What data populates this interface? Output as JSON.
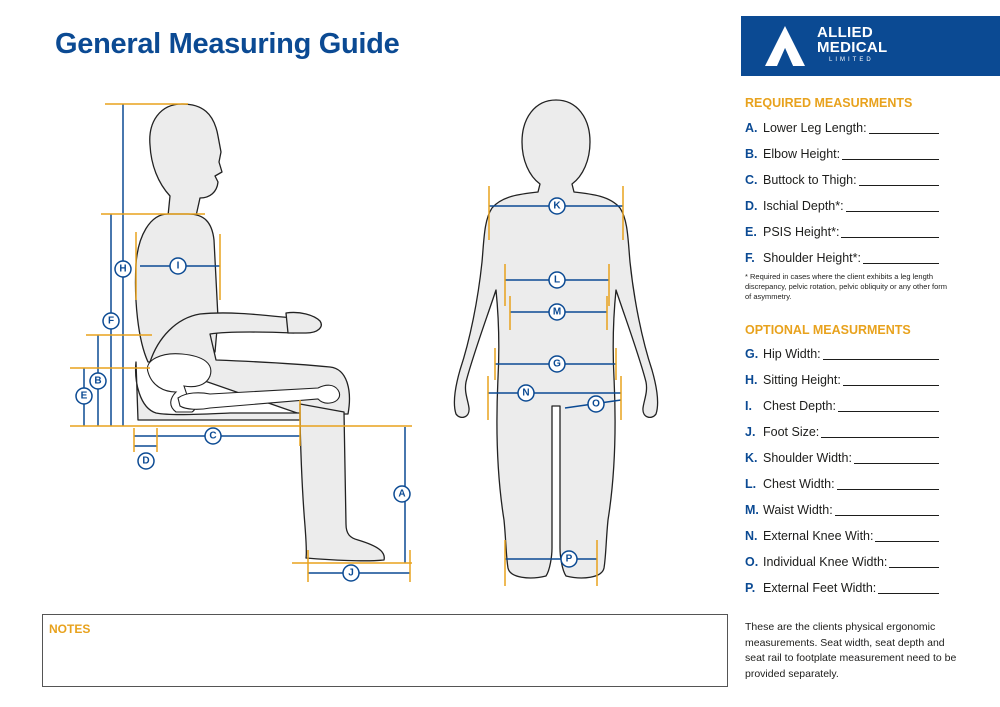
{
  "title": "General Measuring Guide",
  "logo": {
    "line1": "ALLIED",
    "line2": "MEDICAL",
    "line3": "LIMITED",
    "mark": "A"
  },
  "required": {
    "heading": "REQUIRED MEASURMENTS",
    "items": [
      {
        "key": "A.",
        "label": "Lower Leg Length:"
      },
      {
        "key": "B.",
        "label": "Elbow Height:"
      },
      {
        "key": "C.",
        "label": "Buttock to Thigh:"
      },
      {
        "key": "D.",
        "label": "Ischial Depth*:"
      },
      {
        "key": "E.",
        "label": "PSIS Height*:"
      },
      {
        "key": "F.",
        "label": "Shoulder Height*:"
      }
    ],
    "note": "* Required in cases where the client exhibits a leg length discrepancy, pelvic rotation, pelvic obliquity or any other form of asymmetry."
  },
  "optional": {
    "heading": "OPTIONAL MEASURMENTS",
    "items": [
      {
        "key": "G.",
        "label": "Hip Width:"
      },
      {
        "key": "H.",
        "label": "Sitting Height:"
      },
      {
        "key": "I.",
        "label": "Chest Depth:"
      },
      {
        "key": "J.",
        "label": "Foot Size:"
      },
      {
        "key": "K.",
        "label": "Shoulder Width:"
      },
      {
        "key": "L.",
        "label": "Chest Width:"
      },
      {
        "key": "M.",
        "label": "Waist Width:"
      },
      {
        "key": "N.",
        "label": "External Knee With:"
      },
      {
        "key": "O.",
        "label": "Individual Knee Width:"
      },
      {
        "key": "P.",
        "label": "External Feet Width:"
      }
    ]
  },
  "notes_label": "NOTES",
  "footer": "These are the clients physical ergonomic measurements. Seat width, seat depth and seat rail to footplate measurement need to be provided separately.",
  "markers": {
    "A": "A",
    "B": "B",
    "C": "C",
    "D": "D",
    "E": "E",
    "F": "F",
    "G": "G",
    "H": "H",
    "I": "I",
    "J": "J",
    "K": "K",
    "L": "L",
    "M": "M",
    "N": "N",
    "O": "O",
    "P": "P"
  },
  "colors": {
    "brand": "#0b4a93",
    "accent": "#e8a21d",
    "figure_fill": "#ececec"
  }
}
